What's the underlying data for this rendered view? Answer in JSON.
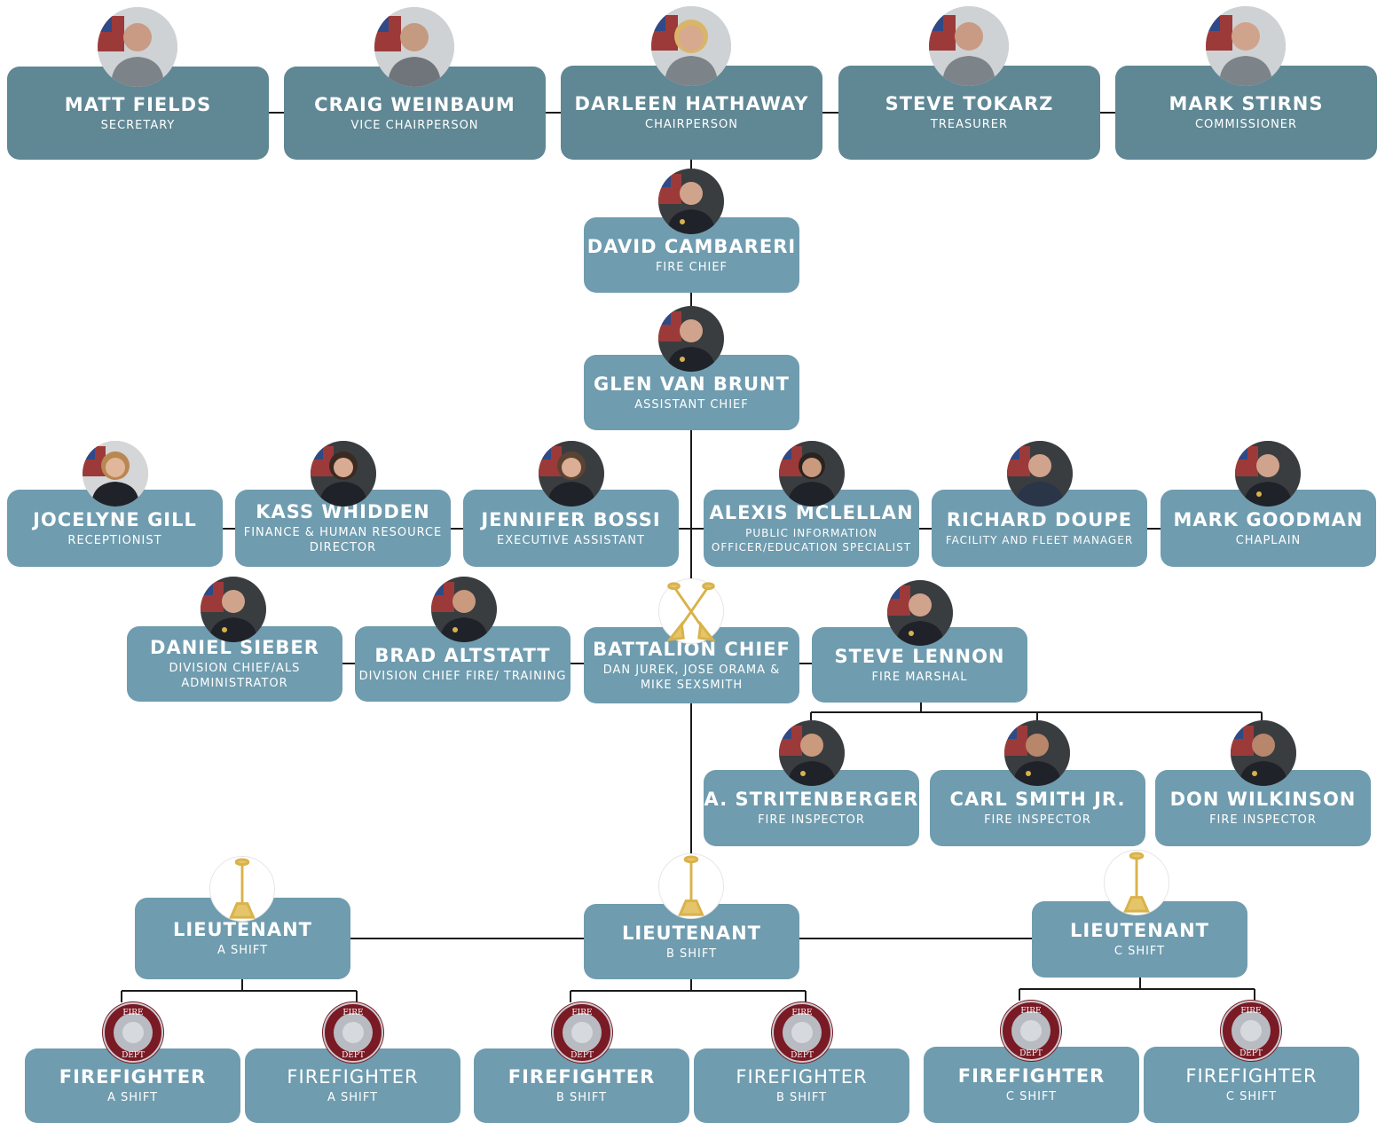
{
  "board": [
    {
      "name": "MATT FIELDS",
      "role": "SECRETARY"
    },
    {
      "name": "CRAIG WEINBAUM",
      "role": "VICE CHAIRPERSON"
    },
    {
      "name": "DARLEEN HATHAWAY",
      "role": "CHAIRPERSON"
    },
    {
      "name": "STEVE TOKARZ",
      "role": "TREASURER"
    },
    {
      "name": "MARK STIRNS",
      "role": "COMMISSIONER"
    }
  ],
  "chief": {
    "name": "DAVID CAMBARERI",
    "role": "FIRE CHIEF"
  },
  "assistant_chief": {
    "name": "GLEN VAN BRUNT",
    "role": "ASSISTANT CHIEF"
  },
  "staff": [
    {
      "name": "JOCELYNE GILL",
      "role": "RECEPTIONIST"
    },
    {
      "name": "KASS WHIDDEN",
      "role": "FINANCE & HUMAN RESOURCE DIRECTOR"
    },
    {
      "name": "JENNIFER BOSSI",
      "role": "EXECUTIVE ASSISTANT"
    },
    {
      "name": "ALEXIS MCLELLAN",
      "role": "PUBLIC INFORMATION OFFICER/EDUCATION SPECIALIST"
    },
    {
      "name": "RICHARD DOUPE",
      "role": "FACILITY AND FLEET MANAGER"
    },
    {
      "name": "MARK GOODMAN",
      "role": "CHAPLAIN"
    }
  ],
  "division": [
    {
      "name": "DANIEL SIEBER",
      "role": "DIVISION CHIEF/ALS ADMINISTRATOR"
    },
    {
      "name": "BRAD ALTSTATT",
      "role": "DIVISION CHIEF FIRE/ TRAINING"
    },
    {
      "name": "BATTALION CHIEF",
      "role": "DAN JUREK, JOSE ORAMA & MIKE SEXSMITH"
    },
    {
      "name": "STEVE LENNON",
      "role": "FIRE MARSHAL"
    }
  ],
  "inspectors": [
    {
      "name": "A. STRITENBERGER",
      "role": "FIRE INSPECTOR"
    },
    {
      "name": "CARL SMITH JR.",
      "role": "FIRE INSPECTOR"
    },
    {
      "name": "DON WILKINSON",
      "role": "FIRE INSPECTOR"
    }
  ],
  "lieutenants": [
    {
      "name": "LIEUTENANT",
      "role": "A SHIFT"
    },
    {
      "name": "LIEUTENANT",
      "role": "B SHIFT"
    },
    {
      "name": "LIEUTENANT",
      "role": "C SHIFT"
    }
  ],
  "firefighters": [
    {
      "name": "FIREFIGHTER",
      "role": "A SHIFT"
    },
    {
      "name": "FIREFIGHTER",
      "role": "A SHIFT"
    },
    {
      "name": "FIREFIGHTER",
      "role": "B SHIFT"
    },
    {
      "name": "FIREFIGHTER",
      "role": "B SHIFT"
    },
    {
      "name": "FIREFIGHTER",
      "role": "C SHIFT"
    },
    {
      "name": "FIREFIGHTER",
      "role": "C SHIFT"
    }
  ],
  "badge_text": {
    "top": "FIRE",
    "bottom": "DEPT"
  },
  "colors": {
    "board_box": "#5f8794",
    "staff_box": "#6f9caf",
    "connector": "#1a1a1a",
    "badge_red": "#7a1a25",
    "trumpet_gold": "#d9b24a"
  },
  "icons": {
    "portrait": "person-photo",
    "lieutenant": "single-bugle-icon",
    "battalion": "crossed-bugles-icon",
    "firefighter": "fire-dept-badge-icon"
  }
}
